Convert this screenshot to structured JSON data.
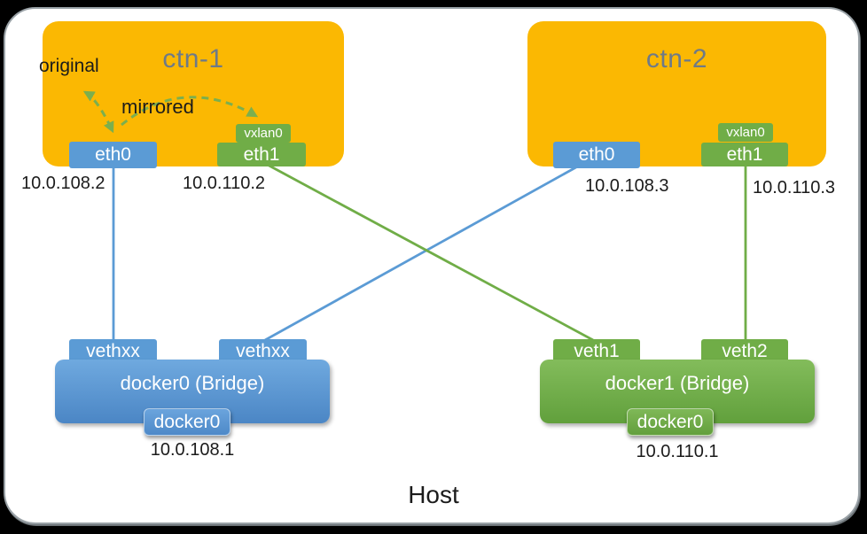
{
  "colors": {
    "bg": "#000000",
    "panel": "#ffffff",
    "panel-border": "#99a1a6",
    "orange": "#FBB802",
    "slate": "#6e7a88",
    "blue": "#5B9BD5",
    "blue-top": "#6FA9DF",
    "blue-bottom": "#4B86C5",
    "green": "#70AD47",
    "green-top": "#83BC5B",
    "green-bottom": "#61A03C",
    "dash-green": "#7BAF4E",
    "ink": "#1b1b1b"
  },
  "host": {
    "label": "Host"
  },
  "containers": [
    {
      "title": "ctn-1",
      "eth0": {
        "label": "eth0",
        "ip": "10.0.108.2"
      },
      "eth1": {
        "label": "eth1",
        "ip": "10.0.110.2"
      },
      "vxlan": {
        "label": "vxlan0"
      },
      "notes": {
        "original": "original",
        "mirrored": "mirrored"
      }
    },
    {
      "title": "ctn-2",
      "eth0": {
        "label": "eth0",
        "ip": "10.0.108.3"
      },
      "eth1": {
        "label": "eth1",
        "ip": "10.0.110.3"
      },
      "vxlan": {
        "label": "vxlan0"
      }
    }
  ],
  "bridges": [
    {
      "title": "docker0 (Bridge)",
      "port_left": "vethxx",
      "port_right": "vethxx",
      "iface": "docker0",
      "ip": "10.0.108.1"
    },
    {
      "title": "docker1 (Bridge)",
      "port_left": "veth1",
      "port_right": "veth2",
      "iface": "docker0",
      "ip": "10.0.110.1"
    }
  ]
}
